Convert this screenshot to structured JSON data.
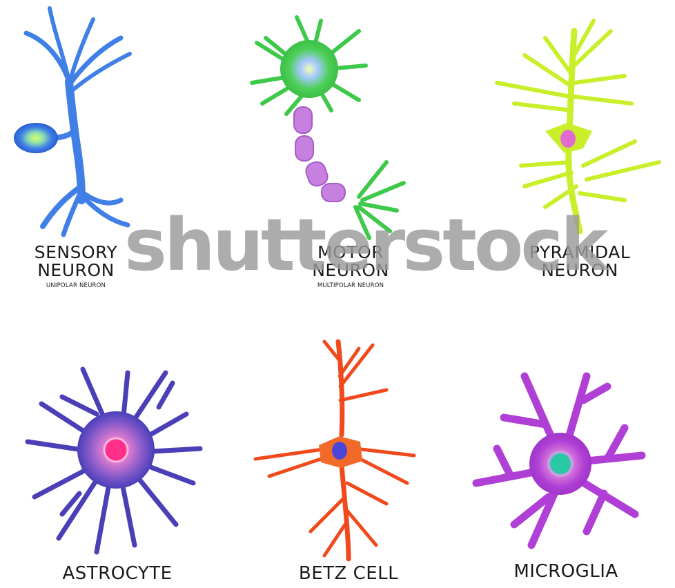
{
  "cells": [
    {
      "title_lines": [
        "SENSORY",
        "NEURON"
      ],
      "subtitle": "UNIPOLAR NEURON",
      "color": "#3f7fe6"
    },
    {
      "title_lines": [
        "MOTOR",
        "NEURON"
      ],
      "subtitle": "MULTIPOLAR NEURON",
      "color": "#3fc94a"
    },
    {
      "title_lines": [
        "PYRAMIDAL",
        "NEURON"
      ],
      "subtitle": "",
      "color": "#c8ef2a"
    },
    {
      "title_lines": [
        "ASTROCYTE"
      ],
      "subtitle": "",
      "color": "#4b3fb8"
    },
    {
      "title_lines": [
        "BETZ CELL"
      ],
      "subtitle": "",
      "color": "#f04a1c"
    },
    {
      "title_lines": [
        "MICROGLIA"
      ],
      "subtitle": "",
      "color": "#b03fd6"
    }
  ],
  "watermark": "shutterstock"
}
